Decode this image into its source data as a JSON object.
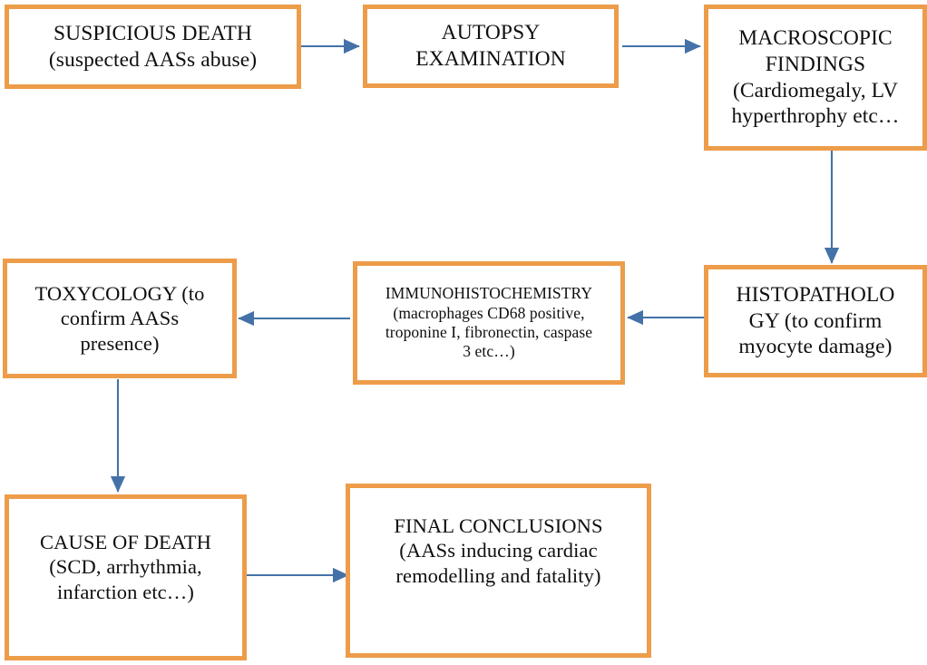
{
  "diagram": {
    "title": "AAS suspicious death forensic investigation workflow",
    "colors": {
      "box_border": "#ED9C4A",
      "box_fill": "#FFFFFF",
      "arrow": "#4472A8",
      "text": "#0F0F0F"
    },
    "nodes": [
      {
        "id": "suspicious-death",
        "text": "SUSPICIOUS DEATH\n(suspected AASs abuse)"
      },
      {
        "id": "autopsy-examination",
        "text": "AUTOPSY\nEXAMINATION"
      },
      {
        "id": "macroscopic-findings",
        "text": "MACROSCOPIC\nFINDINGS\n(Cardiomegaly, LV\nhyperthrophy etc…"
      },
      {
        "id": "histopathology",
        "text": "HISTOPATHOLO\nGY (to confirm\nmyocyte damage)"
      },
      {
        "id": "immunohistochemistry",
        "text": "IMMUNOHISTOCHEMISTRY\n(macrophages CD68 positive,\ntroponine I, fibronectin, caspase\n3 etc…)"
      },
      {
        "id": "toxycology",
        "text": "TOXYCOLOGY (to\nconfirm AASs\npresence)"
      },
      {
        "id": "cause-of-death",
        "text": "CAUSE OF DEATH\n(SCD, arrhythmia,\ninfarction etc…)"
      },
      {
        "id": "final-conclusions",
        "text": "FINAL CONCLUSIONS\n(AASs inducing cardiac\nremodelling and fatality)"
      }
    ],
    "edges": [
      {
        "from": "suspicious-death",
        "to": "autopsy-examination",
        "direction": "right"
      },
      {
        "from": "autopsy-examination",
        "to": "macroscopic-findings",
        "direction": "right"
      },
      {
        "from": "macroscopic-findings",
        "to": "histopathology",
        "direction": "down"
      },
      {
        "from": "histopathology",
        "to": "immunohistochemistry",
        "direction": "left"
      },
      {
        "from": "immunohistochemistry",
        "to": "toxycology",
        "direction": "left"
      },
      {
        "from": "toxycology",
        "to": "cause-of-death",
        "direction": "down"
      },
      {
        "from": "cause-of-death",
        "to": "final-conclusions",
        "direction": "right"
      }
    ]
  }
}
